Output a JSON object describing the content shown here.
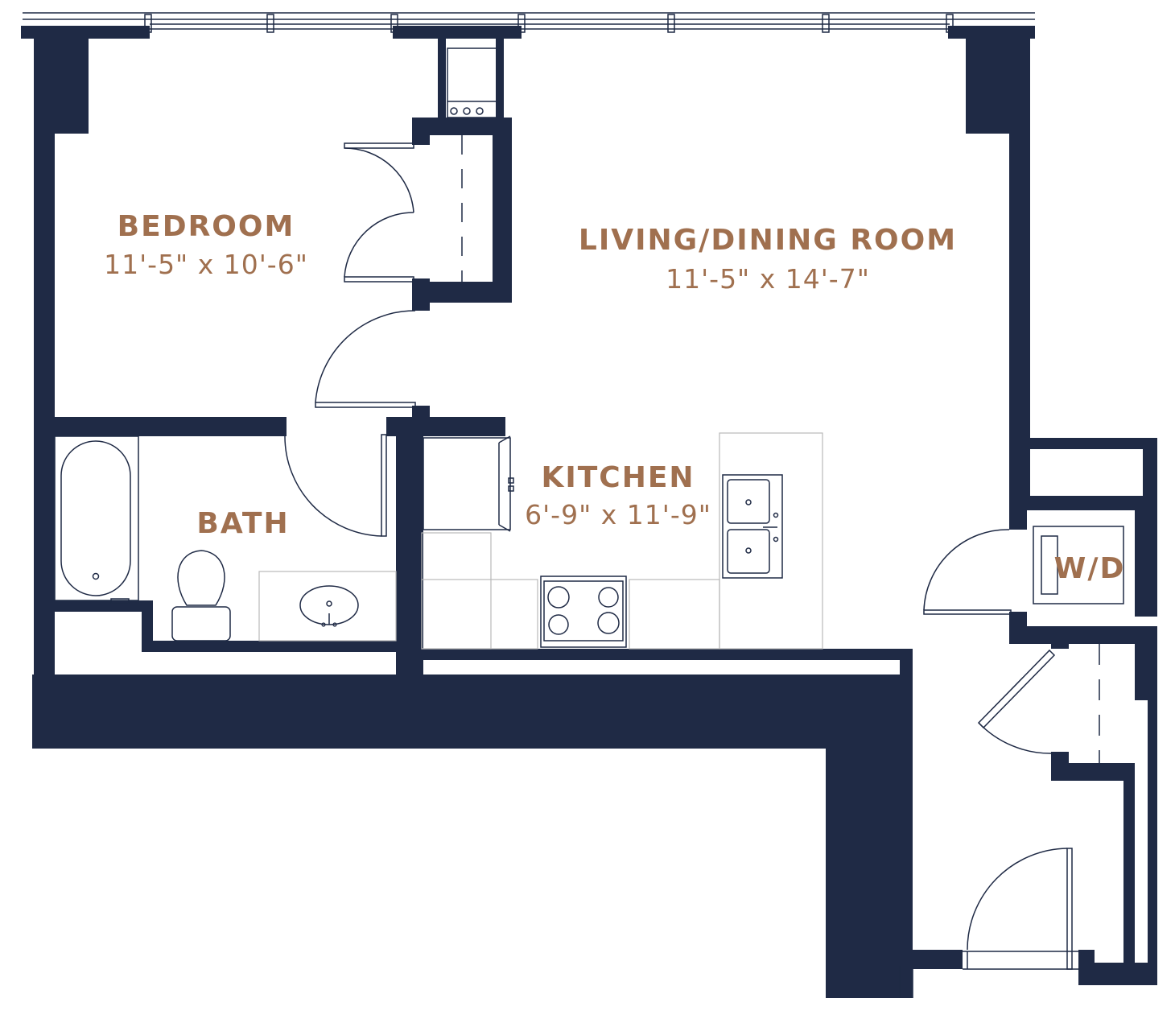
{
  "colors": {
    "wall": "#1f2a45",
    "label": "#a0704f",
    "fixture": "#1f2a45",
    "cabinet": "#b9b9b9",
    "background": "#ffffff"
  },
  "rooms": {
    "bedroom": {
      "name": "BEDROOM",
      "dims": "11'-5\" x 10'-6\""
    },
    "living": {
      "name": "LIVING/DINING ROOM",
      "dims": "11'-5\" x 14'-7\""
    },
    "kitchen": {
      "name": "KITCHEN",
      "dims": "6'-9\" x 11'-9\""
    },
    "bath": {
      "name": "BATH"
    },
    "laundry": {
      "name": "W/D"
    }
  }
}
